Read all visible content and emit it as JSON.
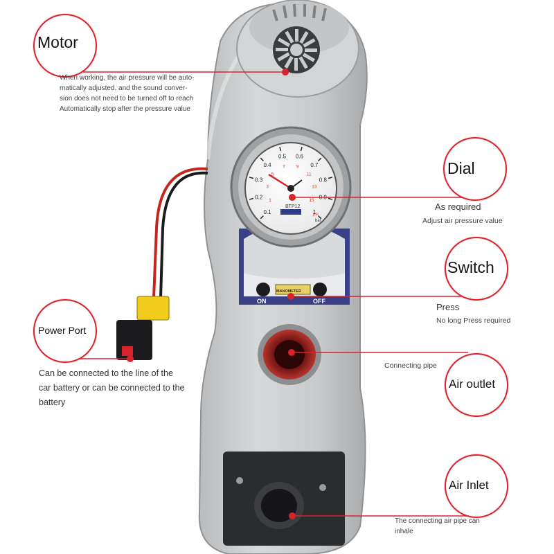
{
  "labels": {
    "motor": "Motor",
    "dial": "Dial",
    "switch": "Switch",
    "power_port": "Power Port",
    "air_outlet": "Air outlet",
    "air_inlet": "Air Inlet"
  },
  "notes": {
    "motor_line1": "When working, the air pressure will be auto-",
    "motor_line2": "matically adjusted, and the sound conver-",
    "motor_line3": "sion does not need to be turned off to reach",
    "motor_line4": "Automatically stop after the pressure value",
    "dial_sub": "As required",
    "dial_note": "Adjust air pressure value",
    "switch_sub": "Press",
    "switch_note": "No long Press required",
    "power_line1": "Can be connected to the line of the",
    "power_line2": "car battery or can be connected to the",
    "power_line3": "battery",
    "outlet_note": "Connecting pipe",
    "inlet_line1": "The connecting air pipe can",
    "inlet_line2": "inhale"
  },
  "gauge": {
    "bar_ticks": [
      "0.1",
      "0.2",
      "0.3",
      "0.4",
      "0.5",
      "0.6",
      "0.7",
      "0.8",
      "0.9",
      "1"
    ],
    "psi_ticks": [
      "1",
      "3",
      "5",
      "7",
      "9",
      "11",
      "13",
      "15"
    ],
    "model": "BTP12",
    "unit_bar": "bar",
    "unit_psi": "psi"
  },
  "panel": {
    "on_label": "ON",
    "off_label": "OFF",
    "badge": "MANOMETER"
  },
  "colors": {
    "accent": "#d8232a",
    "body": "#c9cbcd",
    "panel_blue": "#3a3f86"
  }
}
